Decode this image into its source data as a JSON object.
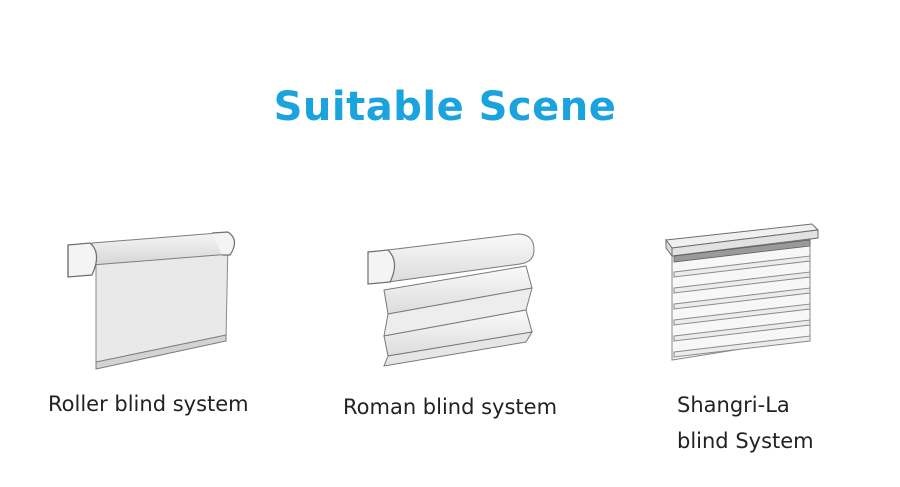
{
  "page": {
    "title": "Suitable Scene",
    "title_color": "#1aa3dc"
  },
  "items": [
    {
      "icon": "roller-blind-icon",
      "caption_lines": [
        "Roller blind system"
      ]
    },
    {
      "icon": "roman-blind-icon",
      "caption_lines": [
        "Roman blind system"
      ]
    },
    {
      "icon": "shangri-la-blind-icon",
      "caption_lines": [
        "Shangri-La",
        "blind System"
      ]
    }
  ]
}
